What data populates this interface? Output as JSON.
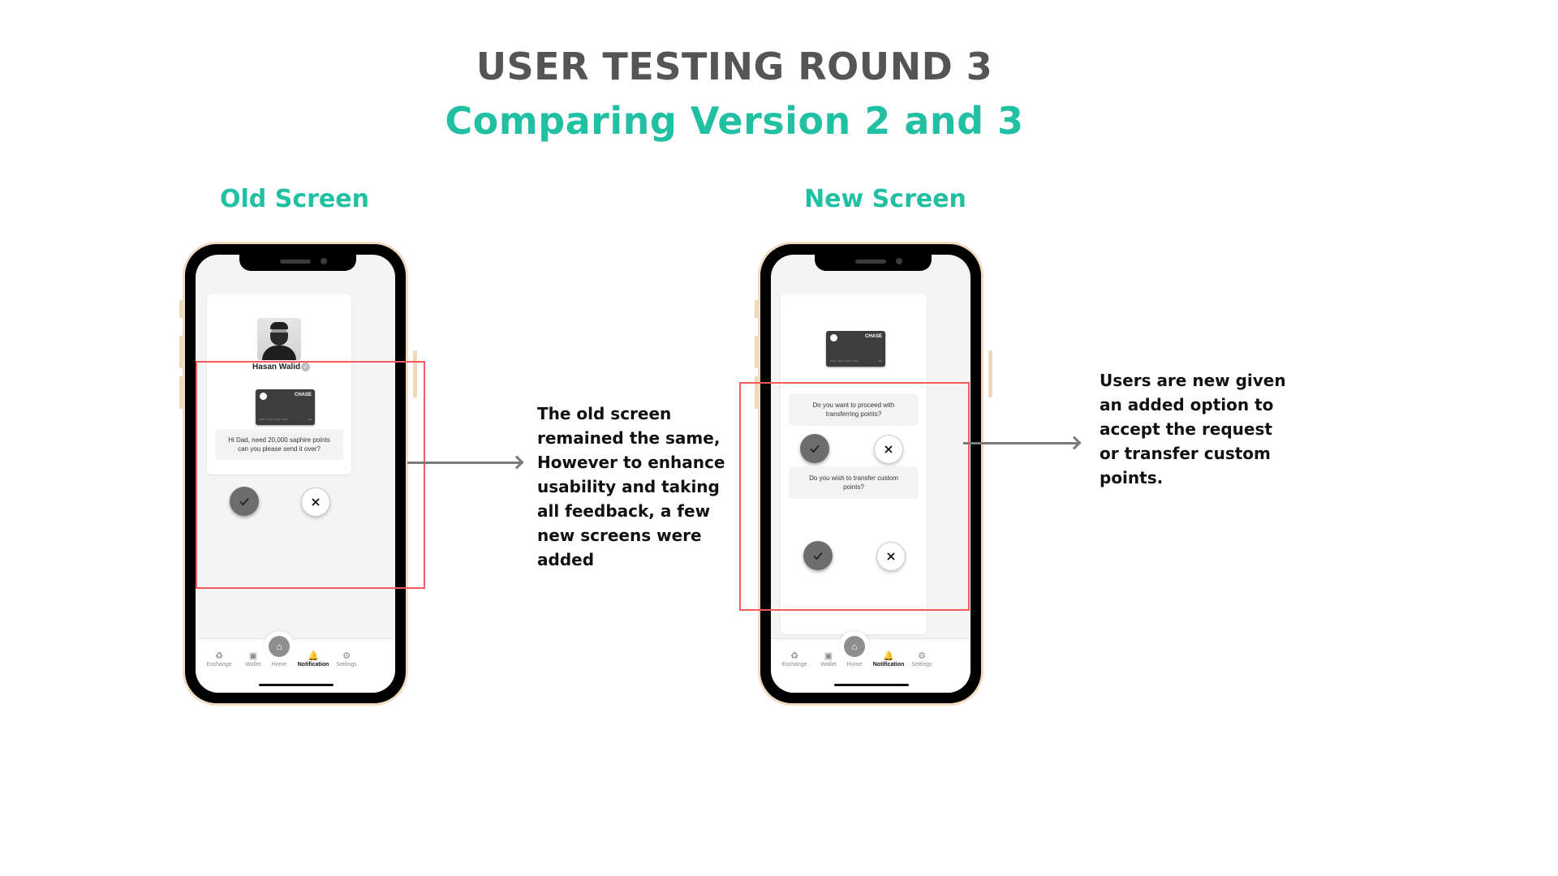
{
  "title": "USER TESTING ROUND 3",
  "subtitle": "Comparing Version 2 and 3",
  "old_label": "Old  Screen",
  "new_label": "New Screen",
  "old_phone": {
    "name": "Hasan Walid",
    "card_brand": "CHASE",
    "message": "Hi Dad, need 20,000 saphire points can you please send it over?"
  },
  "new_phone": {
    "card_brand": "CHASE",
    "question1": "Do you want to proceed with transferring points?",
    "question2": "Do you wish to transfer custom points?"
  },
  "tabs": [
    {
      "label": "Exchange",
      "icon": "exchange-icon"
    },
    {
      "label": "Wallet",
      "icon": "wallet-icon"
    },
    {
      "label": "Home",
      "icon": "home-icon"
    },
    {
      "label": "Notification",
      "icon": "bell-icon"
    },
    {
      "label": "Settings",
      "icon": "gear-icon"
    }
  ],
  "old_note": [
    "The old screen",
    "remained the same,",
    "However to enhance",
    "usability and taking",
    "all feedback, a few",
    "new screens were",
    "added"
  ],
  "new_note": [
    "Users are new given",
    "an added option to",
    "accept the request",
    "or transfer custom",
    "points."
  ],
  "colors": {
    "accent": "#22c0a2",
    "heading": "#555555",
    "highlight": "#f05c5c"
  }
}
